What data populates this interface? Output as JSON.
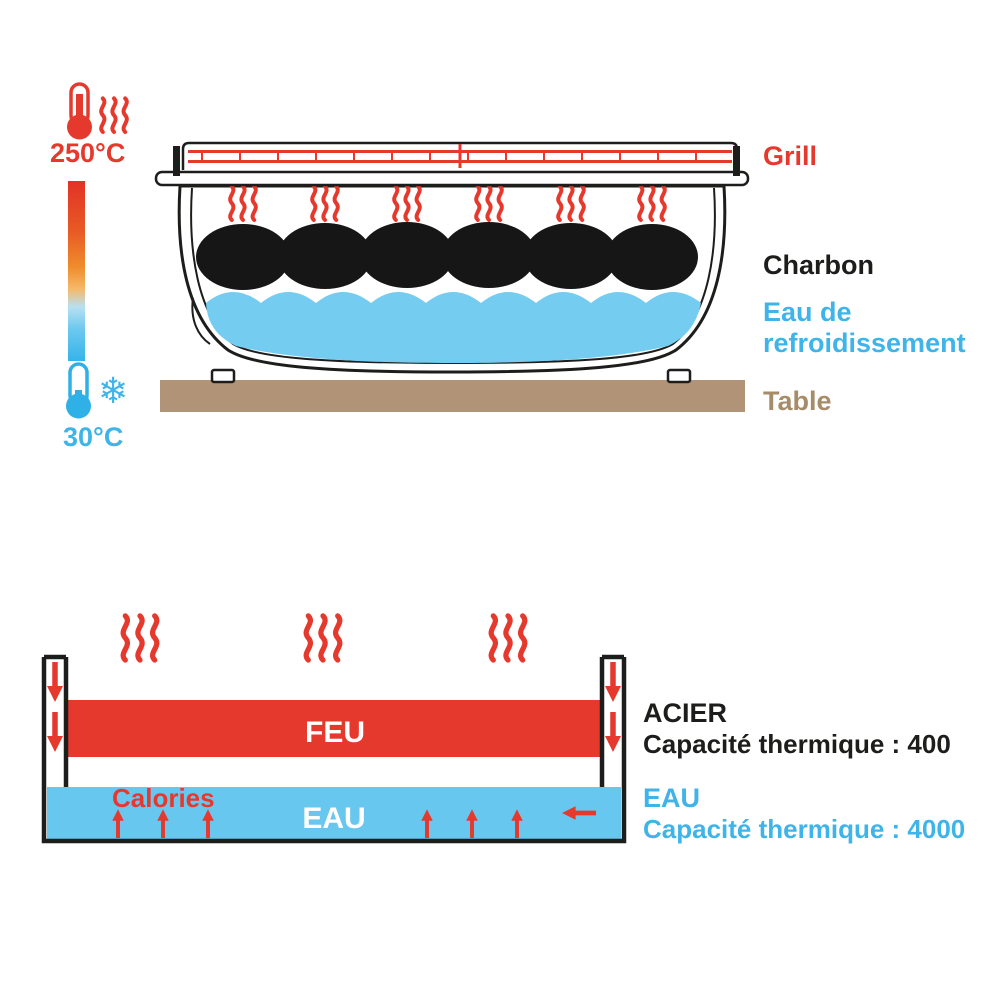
{
  "colors": {
    "red": "#e6392d",
    "blue_text": "#3fb4e9",
    "water_fill": "#74ccf1",
    "band_blue": "#68c7ef",
    "table_brown": "#b19478",
    "brown_text": "#a68c69",
    "black": "#1d1d1b",
    "charcoal": "#161616",
    "white": "#ffffff"
  },
  "thermometer": {
    "hot": "250°C",
    "cold": "30°C",
    "snowflake_glyph": "❄"
  },
  "grill_labels": {
    "grill": "Grill",
    "charbon": "Charbon",
    "eau": "Eau de refroidissement",
    "table": "Table"
  },
  "schematic": {
    "feu": "FEU",
    "eau": "EAU",
    "calories": "Calories",
    "acier_title": "ACIER",
    "acier_capacity": "Capacité thermique : 400",
    "eau_title": "EAU",
    "eau_capacity": "Capacité thermique : 4000"
  }
}
